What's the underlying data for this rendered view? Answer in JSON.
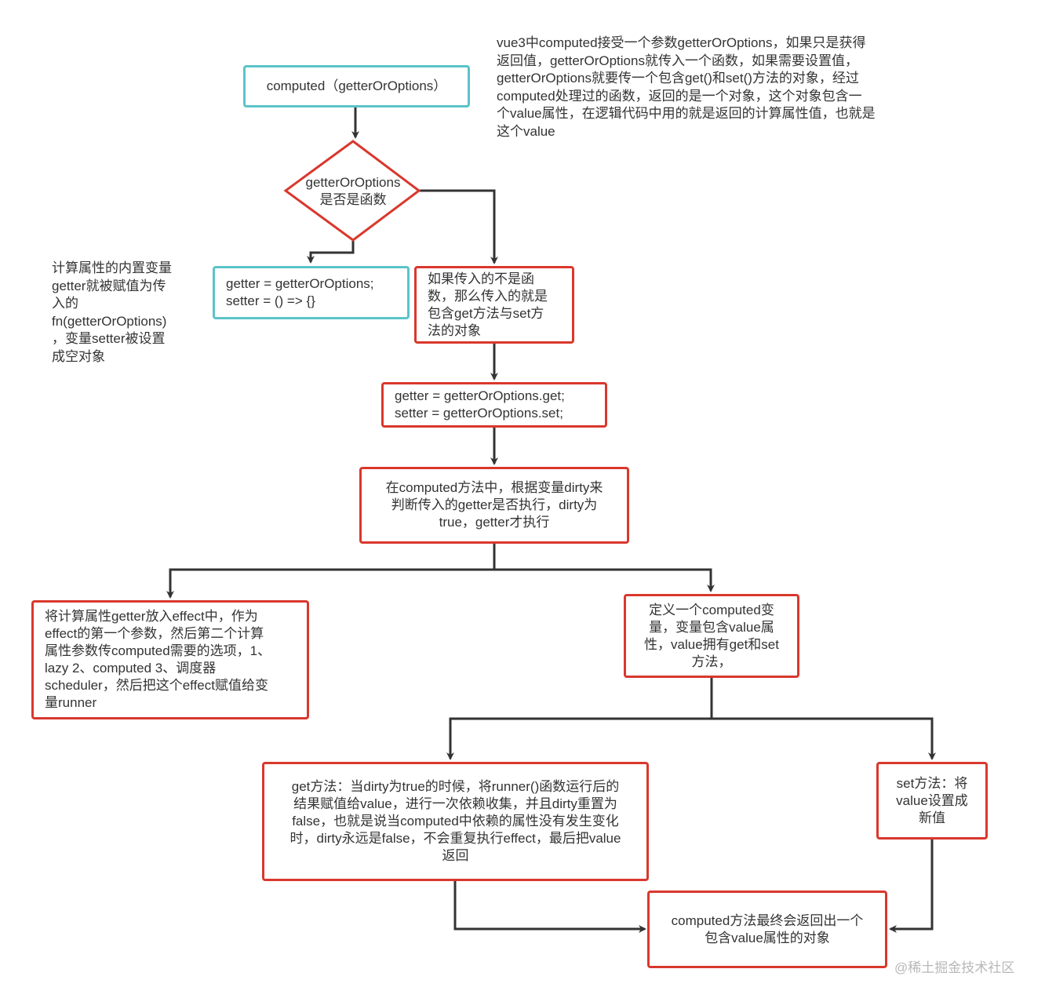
{
  "nodes": {
    "computed": "computed（getterOrOptions）",
    "decision": "getterOrOptions\n是否是函数",
    "is_function": "getter = getterOrOptions;\nsetter = () => {}",
    "not_function": "如果传入的不是函\n数，那么传入的就是\n包含get方法与set方\n法的对象",
    "assign_get_set": "getter = getterOrOptions.get;\nsetter = getterOrOptions.set;",
    "dirty_check": "在computed方法中，根据变量dirty来\n判断传入的getter是否执行，dirty为\ntrue，getter才执行",
    "effect_runner": "将计算属性getter放入effect中，作为\neffect的第一个参数，然后第二个计算\n属性参数传computed需要的选项，1、\nlazy 2、computed 3、调度器\nscheduler，然后把这个effect赋值给变\n量runner",
    "define_computed": "定义一个computed变\n量，变量包含value属\n性，value拥有get和set\n方法，",
    "get_method": "get方法：当dirty为true的时候，将runner()函数运行后的\n结果赋值给value，进行一次依赖收集，并且dirty重置为\nfalse，也就是说当computed中依赖的属性没有发生变化\n时，dirty永远是false，不会重复执行effect，最后把value\n返回",
    "set_method": "set方法：将\nvalue设置成\n新值",
    "final_return": "computed方法最终会返回出一个\n包含value属性的对象"
  },
  "notes": {
    "intro": "vue3中computed接受一个参数getterOrOptions，如果只是获得\n返回值，getterOrOptions就传入一个函数，如果需要设置值，\ngetterOrOptions就要传一个包含get()和set()方法的对象，经过\ncomputed处理过的函数，返回的是一个对象，这个对象包含一\n个value属性，在逻辑代码中用的就是返回的计算属性值，也就是\n这个value",
    "getter_side": "计算属性的内置变量\ngetter就被赋值为传\n入的\nfn(getterOrOptions)\n，变量setter被设置\n成空对象"
  },
  "watermark": "@稀土掘金技术社区",
  "colors": {
    "teal_border": "#5bc4c8",
    "red_border": "#d9382d",
    "connector": "#333333",
    "text": "#333333",
    "watermark": "#b8b8b8"
  }
}
